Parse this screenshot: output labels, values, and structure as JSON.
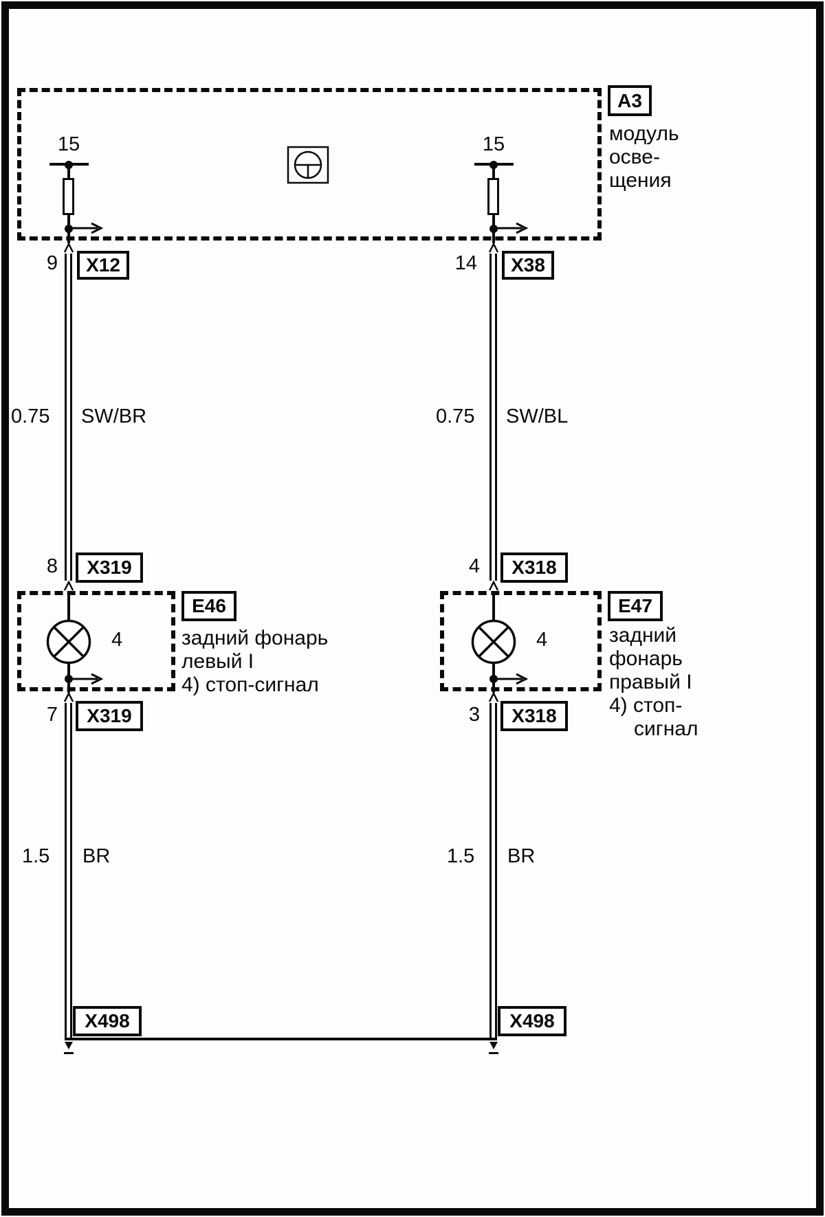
{
  "colors": {
    "line": "#0a0a0a",
    "background": "#ffffff"
  },
  "icons": {
    "module_symbol": "steering-wheel-icon",
    "lamp_symbol": "lamp-icon",
    "fuse_symbol": "fuse-icon",
    "branch_symbol": "wire-continuation-arrow-icon",
    "pin_symbol": "connector-pin-icon"
  },
  "module": {
    "id": "A3",
    "name_lines": [
      "модуль",
      "осве-",
      "щения"
    ],
    "terminal_left": "15",
    "terminal_right": "15"
  },
  "left": {
    "pin_top": "9",
    "connector_top": "X12",
    "wire_upper": {
      "gauge": "0.75",
      "color": "SW/BR"
    },
    "pin_in": "8",
    "connector_in": "X319",
    "lamp": {
      "id": "E46",
      "contact": "4",
      "desc_lines": [
        "задний фонарь",
        "левый I",
        "4) стоп-сигнал"
      ]
    },
    "pin_out": "7",
    "connector_out": "X319",
    "wire_lower": {
      "gauge": "1.5",
      "color": "BR"
    },
    "connector_bottom": "X498"
  },
  "right": {
    "pin_top": "14",
    "connector_top": "X38",
    "wire_upper": {
      "gauge": "0.75",
      "color": "SW/BL"
    },
    "pin_in": "4",
    "connector_in": "X318",
    "lamp": {
      "id": "E47",
      "contact": "4",
      "desc_lines": [
        "задний",
        "фонарь",
        "правый I",
        "4) стоп-",
        "сигнал"
      ]
    },
    "pin_out": "3",
    "connector_out": "X318",
    "wire_lower": {
      "gauge": "1.5",
      "color": "BR"
    },
    "connector_bottom": "X498"
  }
}
